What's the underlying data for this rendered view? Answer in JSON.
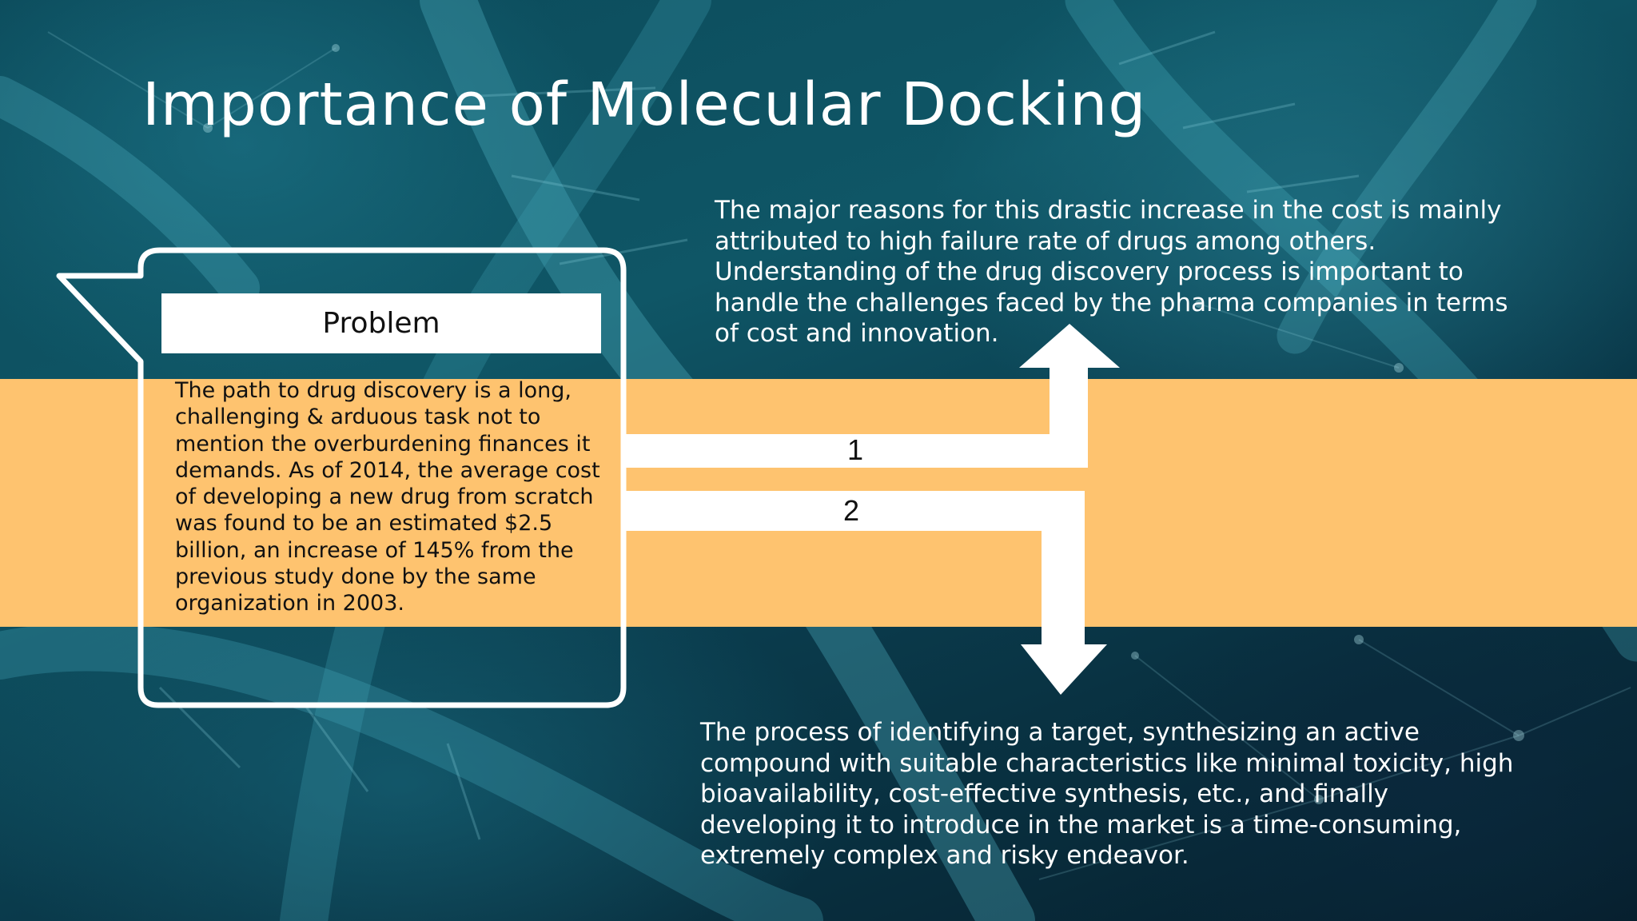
{
  "slide": {
    "title": "Importance of Molecular Docking",
    "problem": {
      "header": "Problem",
      "body": "The path to drug discovery is a long, challenging & arduous task not to mention the overburdening finances it demands. As of 2014, the average cost of developing a new drug from scratch was found to be an estimated $2.5 billion, an increase of 145% from the previous study done by the same organization in 2003."
    },
    "steps": [
      {
        "label": "1",
        "text": "The major reasons for this drastic increase in the cost is mainly attributed to high failure rate of drugs among others. Understanding of the drug discovery process is important to handle the challenges faced by the pharma companies in terms of cost and innovation."
      },
      {
        "label": "2",
        "text": "The process of identifying a target, synthesizing an active compound with suitable characteristics like minimal toxicity, high bioavailability, cost-effective synthesis, etc., and finally developing it to introduce in the market is a time-consuming, extremely complex and risky endeavor."
      }
    ]
  },
  "colors": {
    "band": "#fec36f",
    "background": "#0b4a5a",
    "text_light": "#ffffff",
    "text_dark": "#111111"
  },
  "icons": [
    "dna-helix-background",
    "up-arrow",
    "down-arrow",
    "speech-callout"
  ]
}
